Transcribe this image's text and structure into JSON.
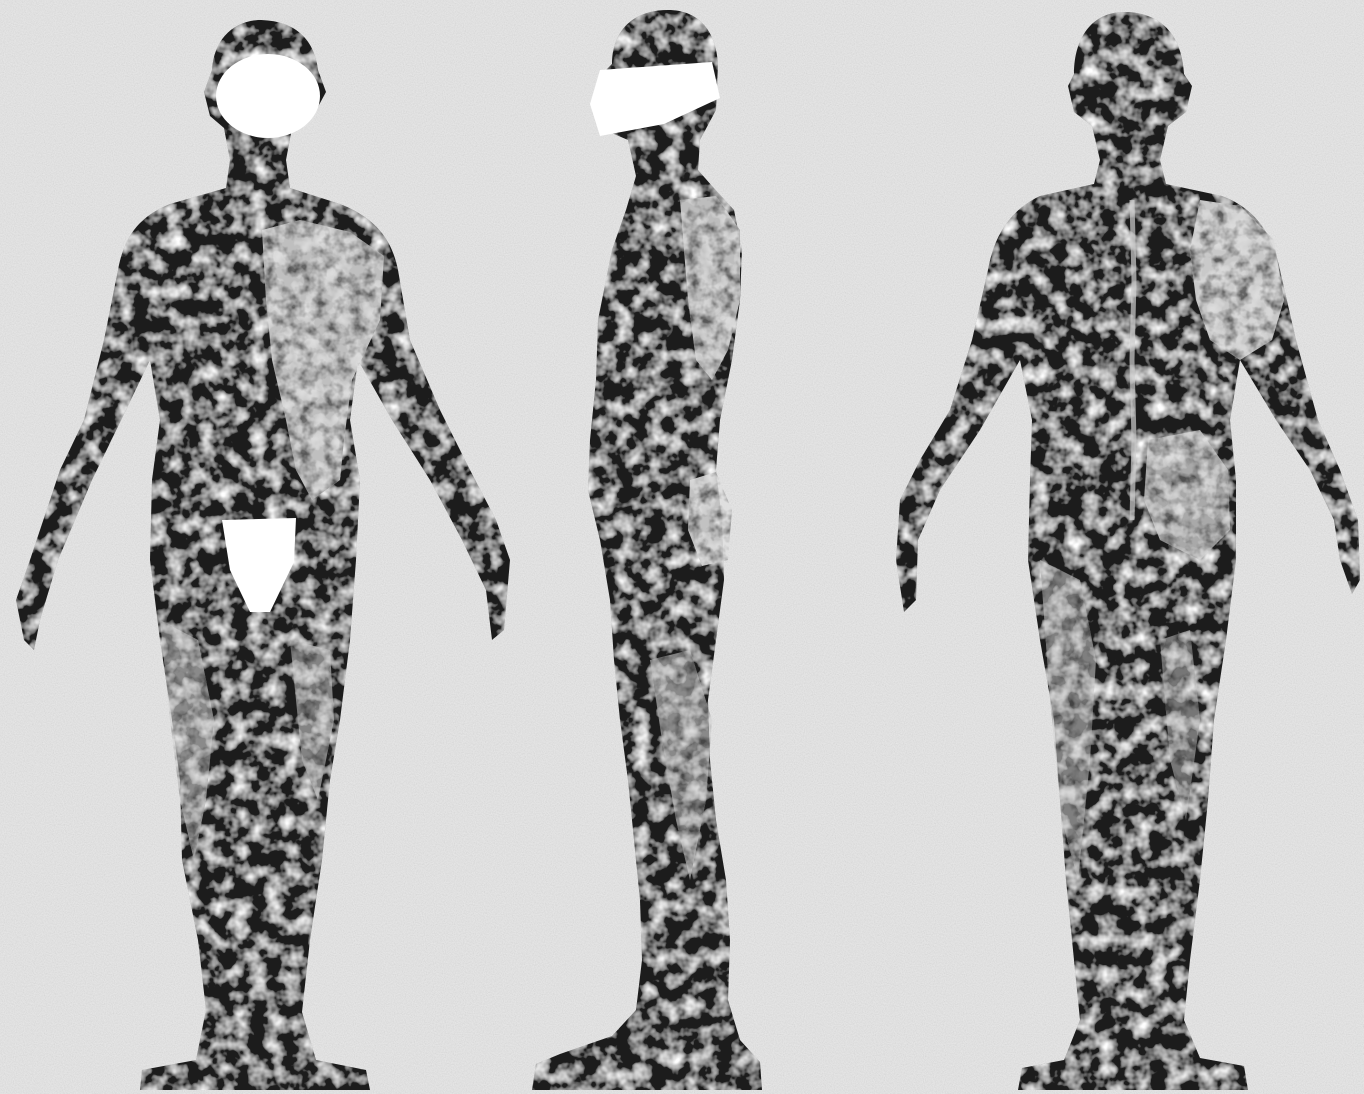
{
  "image": {
    "description_visible_text": "",
    "views": [
      {
        "view": "front",
        "face_covered": true,
        "groin_covered": true
      },
      {
        "view": "side",
        "face_covered": true
      },
      {
        "view": "back"
      }
    ],
    "colors": {
      "background": "#e9e9e9",
      "figure": "#1c1c1c",
      "figure_mid": "#3a3a3a",
      "depigmented": "#e8e8e8",
      "mask": "#ffffff"
    }
  }
}
